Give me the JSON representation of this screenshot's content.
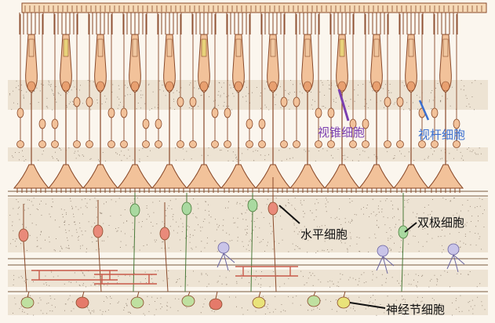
{
  "diagram": {
    "labels": {
      "cone_cell": "视锥细胞",
      "rod_cell": "视杆细胞",
      "horizontal_cell": "水平细胞",
      "bipolar_cell": "双极细胞",
      "ganglion_cell": "神经节细胞"
    },
    "colors": {
      "background": "#fbf6ee",
      "cell_body": "#f2c29a",
      "cell_outline": "#8a4a2a",
      "horizontal_cell": "#e98a7a",
      "bipolar_cell": "#a9d9a0",
      "ganglion_cell": "#e9e37a",
      "amacrine_cell": "#c9c4e8",
      "cone_label": "#7b3fb0",
      "rod_label": "#3a6fd0",
      "stipple": "#6b5a4a"
    }
  }
}
